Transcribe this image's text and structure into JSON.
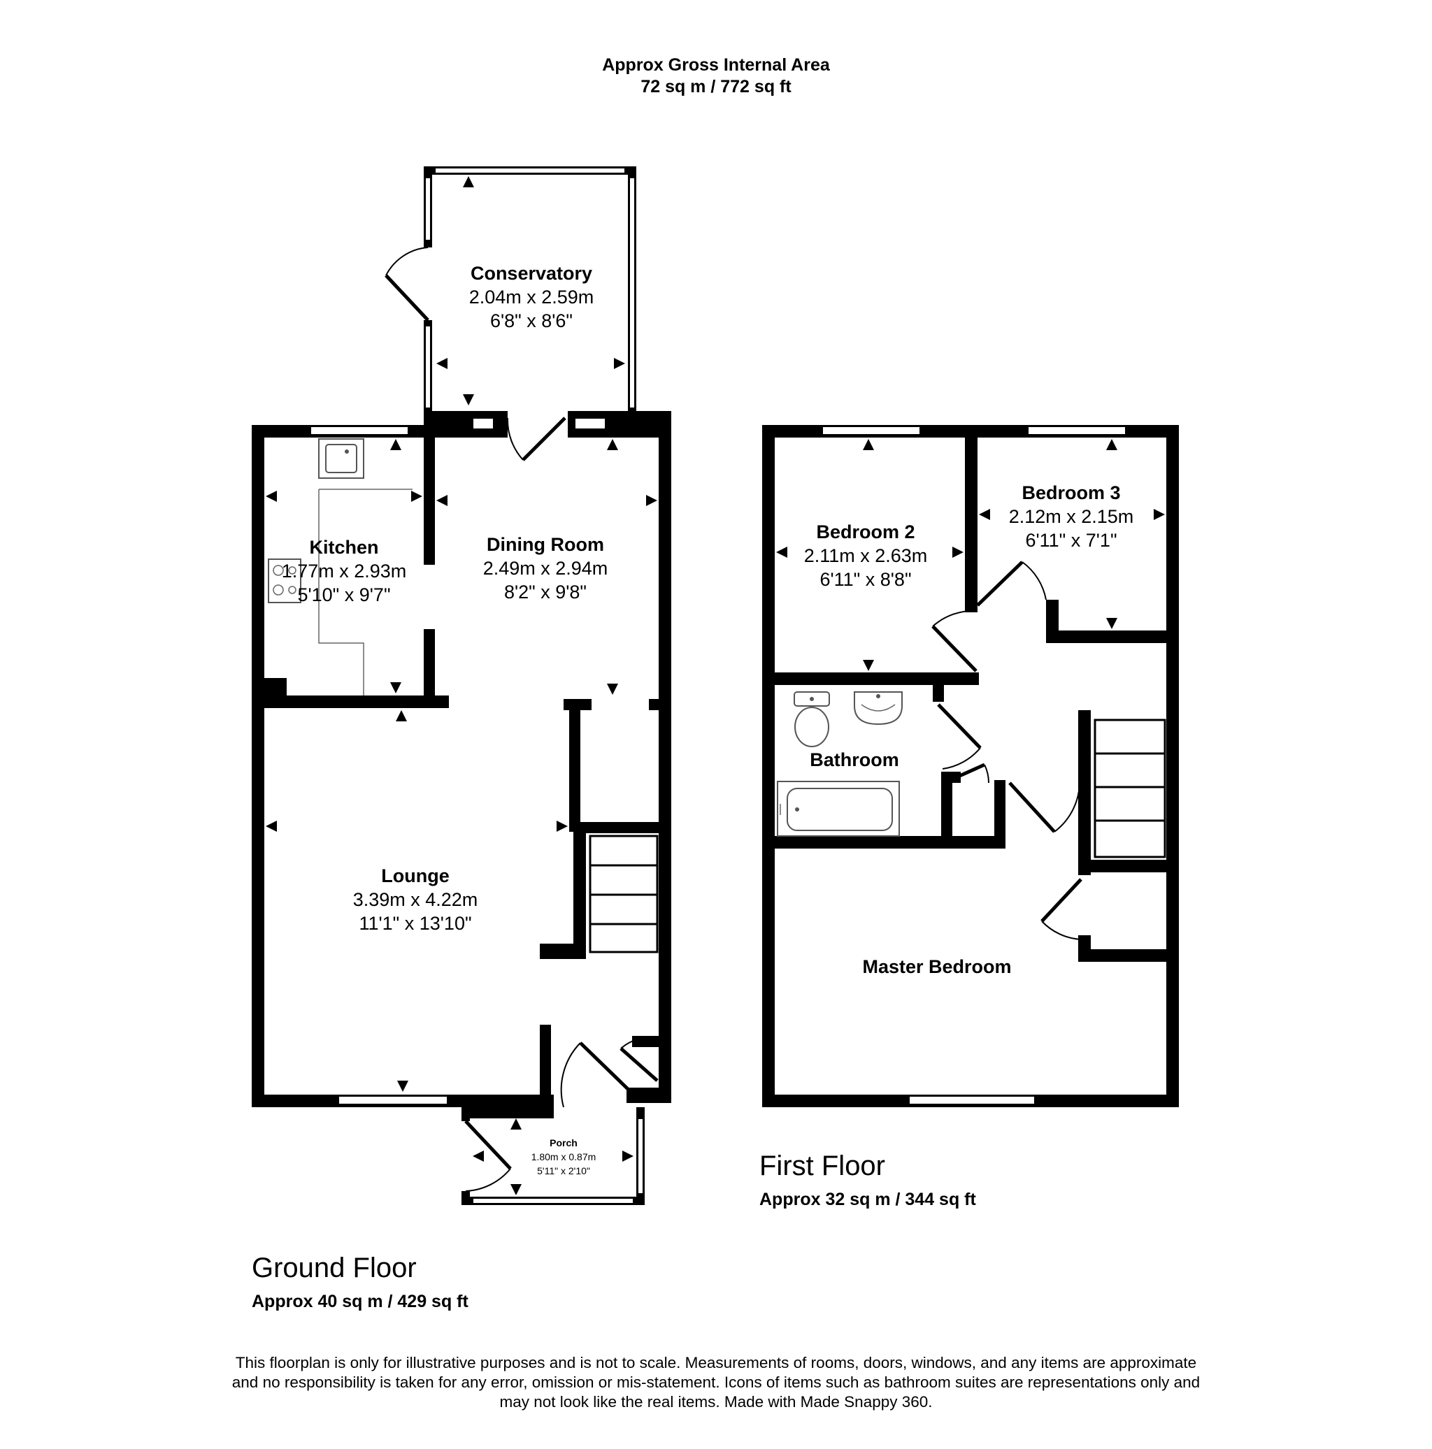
{
  "header": {
    "title": "Approx Gross Internal Area",
    "area": "72 sq m / 772 sq ft"
  },
  "ground_floor": {
    "title": "Ground Floor",
    "area": "Approx 40 sq m / 429 sq ft",
    "rooms": {
      "conservatory": {
        "name": "Conservatory",
        "metric": "2.04m x 2.59m",
        "imperial": "6'8\" x 8'6\""
      },
      "kitchen": {
        "name": "Kitchen",
        "metric": "1.77m x 2.93m",
        "imperial": "5'10\" x 9'7\""
      },
      "dining": {
        "name": "Dining Room",
        "metric": "2.49m x 2.94m",
        "imperial": "8'2\" x 9'8\""
      },
      "lounge": {
        "name": "Lounge",
        "metric": "3.39m x 4.22m",
        "imperial": "11'1\" x 13'10\""
      },
      "porch": {
        "name": "Porch",
        "metric": "1.80m x 0.87m",
        "imperial": "5'11\" x 2'10\""
      }
    }
  },
  "first_floor": {
    "title": "First Floor",
    "area": "Approx 32 sq m / 344 sq ft",
    "rooms": {
      "bedroom2": {
        "name": "Bedroom 2",
        "metric": "2.11m x 2.63m",
        "imperial": "6'11\" x 8'8\""
      },
      "bedroom3": {
        "name": "Bedroom 3",
        "metric": "2.12m x 2.15m",
        "imperial": "6'11\" x 7'1\""
      },
      "bathroom": {
        "name": "Bathroom"
      },
      "master": {
        "name": "Master Bedroom"
      }
    }
  },
  "disclaimer": {
    "line1": "This floorplan is only for illustrative purposes and is not to scale. Measurements of rooms, doors, windows, and any items are approximate",
    "line2": "and no responsibility is taken for any error, omission or mis-statement. Icons of items such as bathroom suites are representations only and",
    "line3": "may not look like the real items. Made with Made Snappy 360."
  },
  "colors": {
    "wall": "#000000",
    "background": "#ffffff",
    "fixture_stroke": "#555555"
  }
}
